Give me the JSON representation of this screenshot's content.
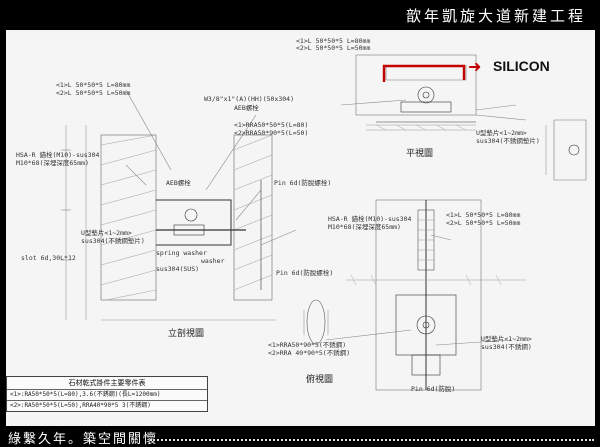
{
  "title": "歆年凱旋大道新建工程",
  "footer": "綠繫久年。築空間關懷",
  "drawing": {
    "callout_label": "SILICON",
    "views": {
      "plan": "平視圖",
      "elevation": "立剖視圖",
      "side": "俯視圖"
    },
    "notes": {
      "top_angle_1": "<1>L 50*50*5 L=80mm",
      "top_angle_2": "<2>L 50*50*5 L=50mm",
      "mid_angle_1": "<1>L 50*50*5 L=80mm",
      "mid_angle_2": "<2>L 50*50*5 L=50mm",
      "w3": "W3/8\"x1\"(A)(HH)(50x304)",
      "aebar": "AEB螺栓",
      "rh1": "<1>RRA50*50*5(L=80)",
      "rh2": "<2>RRA50*90*5(L=50)",
      "pad": "U型墊片<1~2mm>",
      "pad_sus": "sus304(不銹鋼墊片)",
      "hsa": "HSA-R 錨栓(M10)-sus304",
      "m10": "M10*68(深埋深度65mm)",
      "hsa_b": "HSA-R 錨栓(M10)-sus304",
      "m10_b": "M10*68(深埋深度65mm)",
      "washer": "spring washer",
      "washer2": "washer",
      "sus": "sus304(SUS)",
      "pin": "Pin 6d(防脫螺栓)",
      "pin2": "Pin 6d(防脫螺栓)",
      "slot": "slot 6d,30L*12",
      "pad_b": "U型墊片<1~2mm>",
      "sus_b": "sus304(不銹鋼)",
      "r1_b": "<1>RRA50*90*5(不銹鋼)",
      "r2_b": "<2>RRA 40*90*5(不銹鋼)",
      "pin_b": "Pin 6d(防脫)",
      "side_r1": "<1>L 50*50*5 L=80mm",
      "side_r2": "<2>L 50*50*5 L=50mm"
    },
    "table": {
      "header": "石材乾式掛件主要零件表",
      "rows": [
        "<1>:RA50*50*5(L=80),3.6(不銹鋼)(長L=1200mm)",
        "<2>:RA50*50*5(L=50),RRA40*90*5 3(不銹鋼)"
      ]
    }
  }
}
